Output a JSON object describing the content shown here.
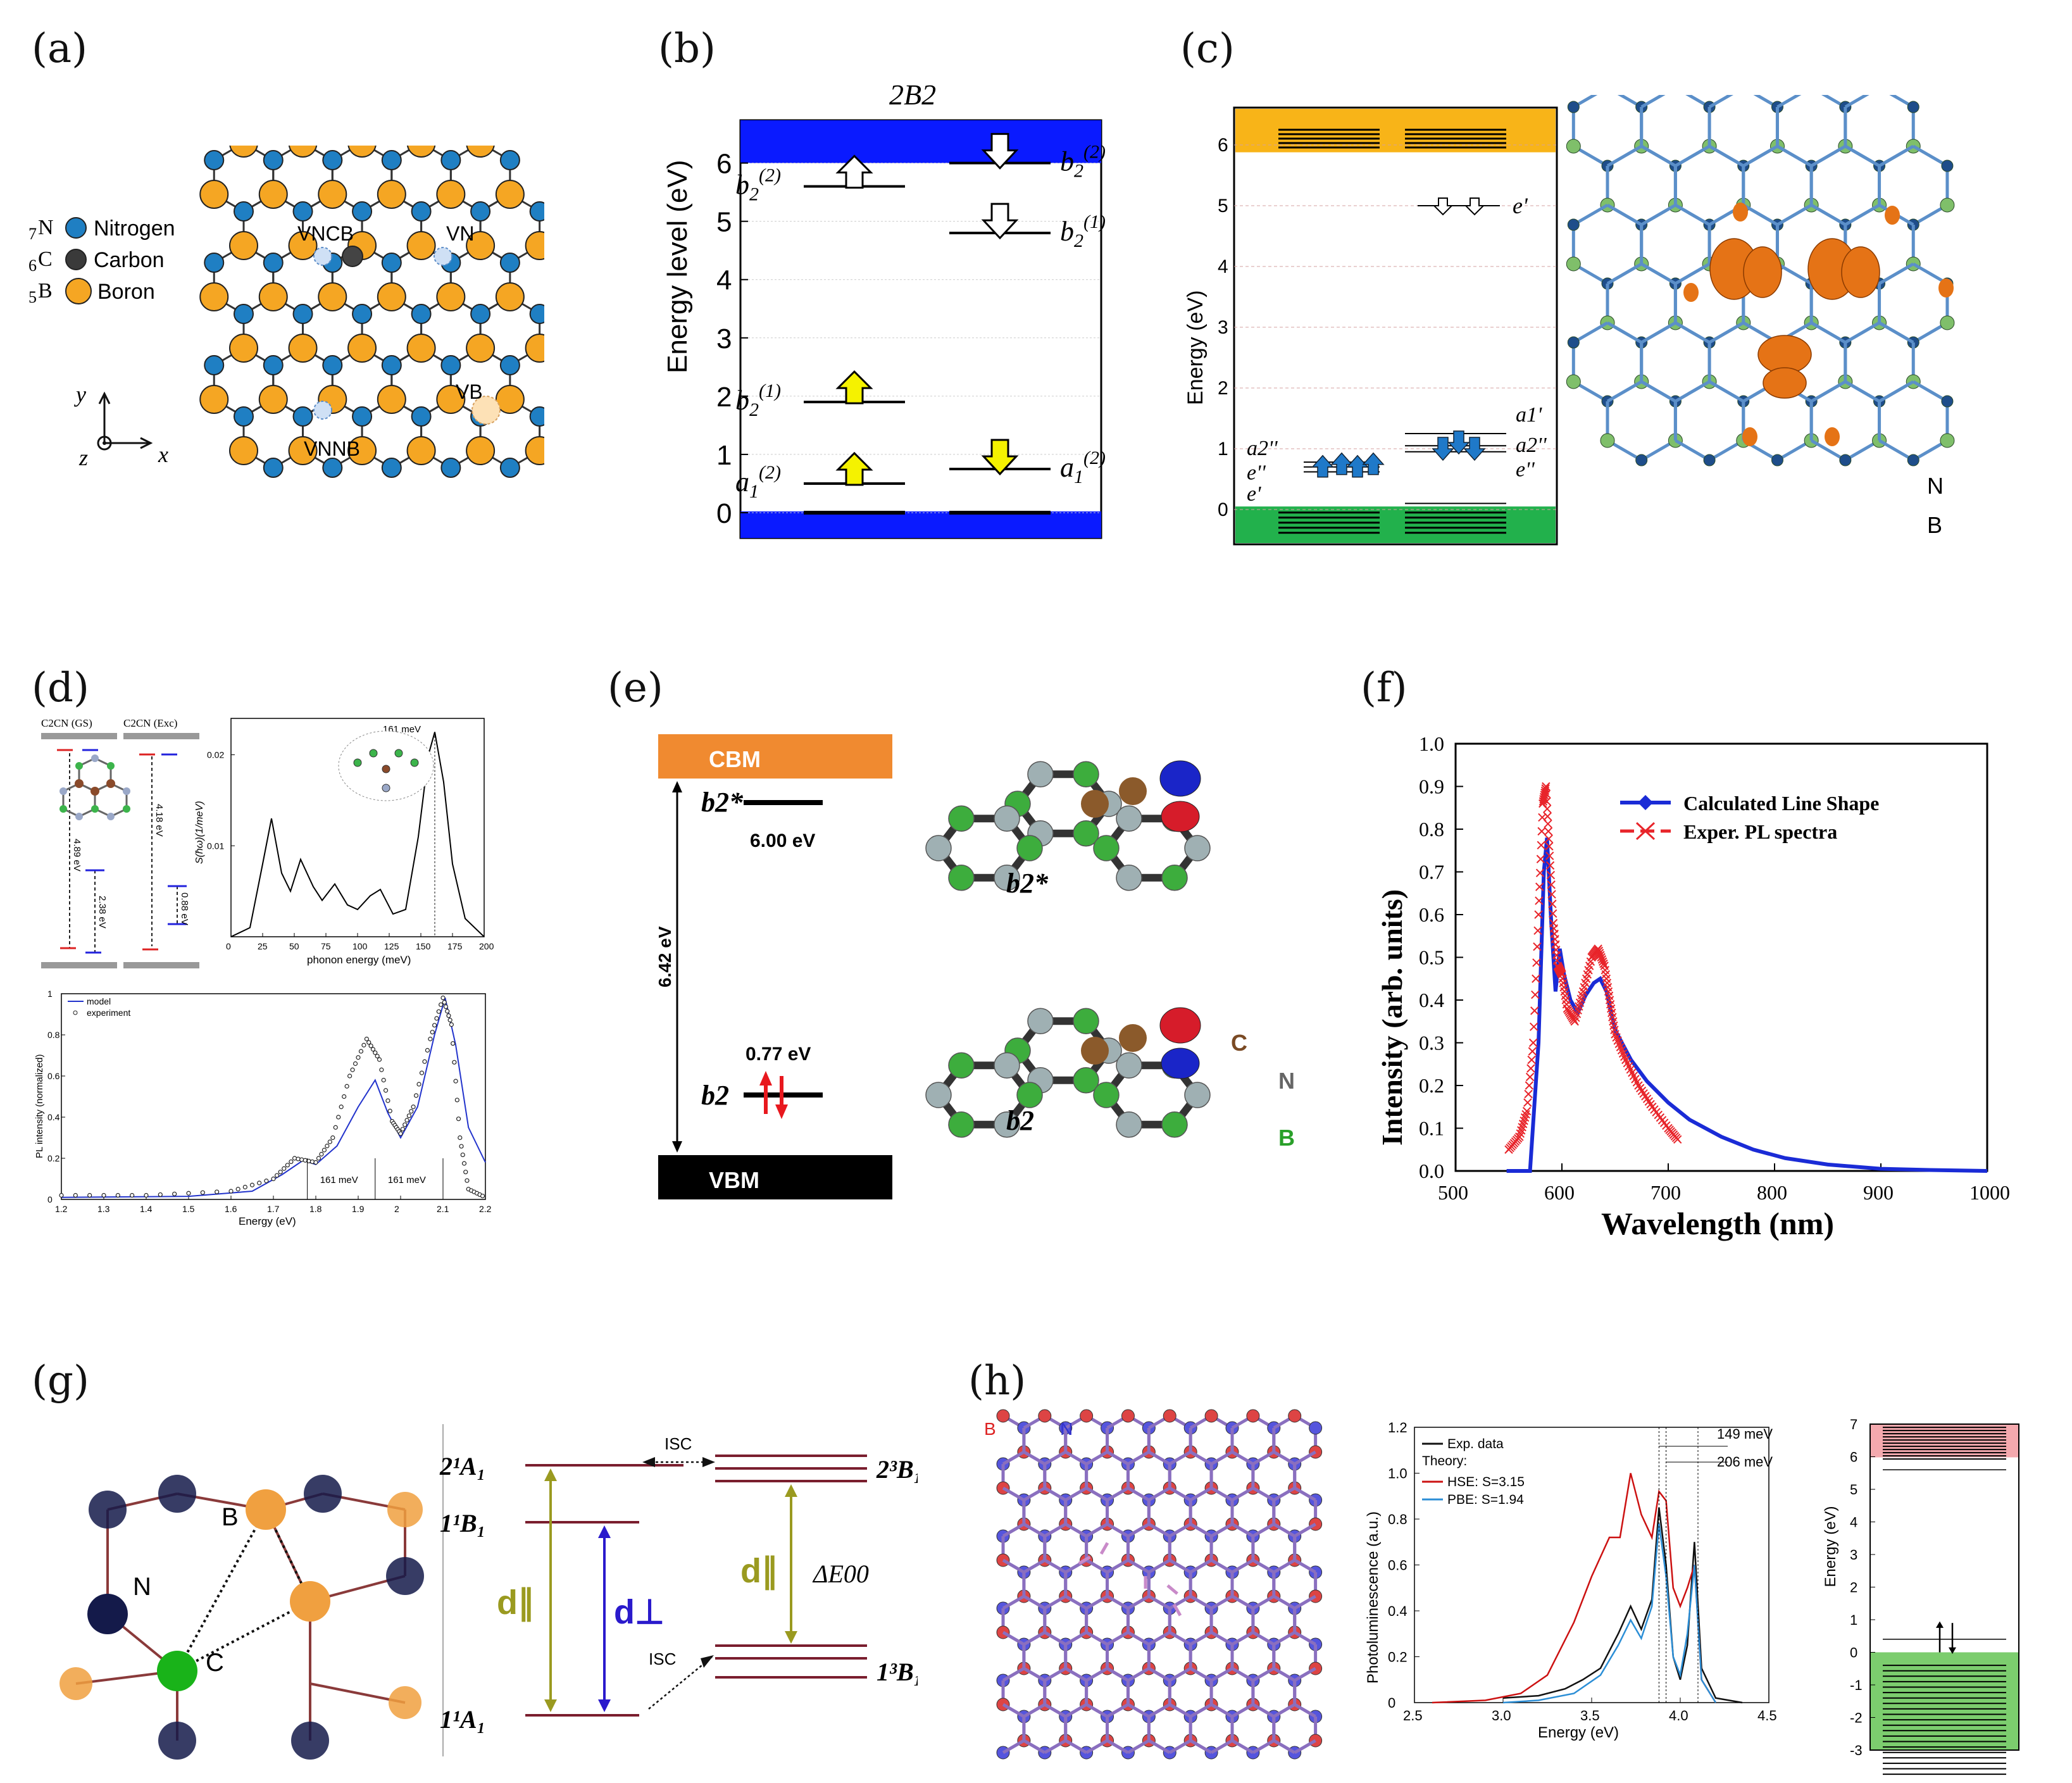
{
  "panel_labels": [
    "(a)",
    "(b)",
    "(c)",
    "(d)",
    "(e)",
    "(f)",
    "(g)",
    "(h)"
  ],
  "a": {
    "legend": [
      {
        "pre": "7",
        "el": "N",
        "name": "Nitrogen",
        "color": "#1f7fc3"
      },
      {
        "pre": "6",
        "el": "C",
        "name": "Carbon",
        "color": "#3a3a3a"
      },
      {
        "pre": "5",
        "el": "B",
        "name": "Boron",
        "color": "#f5a623"
      }
    ],
    "defects": [
      "VNCB",
      "VN",
      "VNNB",
      "VB"
    ],
    "axes": {
      "y": "y",
      "x": "x",
      "z": "z"
    }
  },
  "b": {
    "title": "2B2",
    "ylabel": "Energy level (eV)",
    "yticks": [
      "0",
      "1",
      "2",
      "3",
      "4",
      "5",
      "6"
    ],
    "levels": [
      {
        "label": "b2(2)",
        "side": "left",
        "e": 5.6,
        "spin": "up",
        "fill": "#ffffff"
      },
      {
        "label": "b2(2)",
        "side": "right",
        "e": 6.0,
        "spin": "down",
        "fill": "#ffffff"
      },
      {
        "label": "b2(1)",
        "side": "right",
        "e": 4.8,
        "spin": "down",
        "fill": "#ffffff"
      },
      {
        "label": "b2(1)",
        "side": "left",
        "e": 1.9,
        "spin": "up",
        "fill": "#f5f200"
      },
      {
        "label": "a1(2)",
        "side": "left",
        "e": 0.5,
        "spin": "up",
        "fill": "#f5f200"
      },
      {
        "label": "a1(2)",
        "side": "right",
        "e": 0.75,
        "spin": "down",
        "fill": "#f5f200"
      }
    ],
    "colors": {
      "band": "#0a1aff"
    }
  },
  "c": {
    "ylabel": "Energy (eV)",
    "yticks": [
      "0",
      "1",
      "2",
      "3",
      "4",
      "5",
      "6"
    ],
    "left_labels": [
      "a2''",
      "e''",
      "e'"
    ],
    "right_labels": [
      "a1'",
      "a2''",
      "e''"
    ],
    "top_right_label": "e'",
    "atom_labels": [
      "N",
      "B"
    ],
    "colors": {
      "cb": "#f8b418",
      "vb": "#22b14c",
      "arrow": "#1f79c9",
      "orbital": "#e57316"
    }
  },
  "d": {
    "top_left_headers": [
      "C2CN (GS)",
      "C2CN (Exc)"
    ],
    "gaps": [
      "4.89 eV",
      "2.38 eV",
      "4.18 eV",
      "0.88 eV"
    ],
    "phonon_plot": {
      "ylabel": "S(ħω)(1/meV)",
      "xlabel": "phonon energy (meV)",
      "annotation": "161 meV",
      "xticks": [
        "0",
        "25",
        "50",
        "75",
        "100",
        "125",
        "150",
        "175",
        "200"
      ],
      "yticks": [
        "0.01",
        "0.02"
      ]
    },
    "pl_plot": {
      "ylabel": "PL intensity (normalized)",
      "xlabel": "Energy (eV)",
      "legend": [
        "model",
        "experiment"
      ],
      "xticks": [
        "1.2",
        "1.3",
        "1.4",
        "1.5",
        "1.6",
        "1.7",
        "1.8",
        "1.9",
        "2",
        "2.1",
        "2.2"
      ],
      "yticks": [
        "0",
        "0.2",
        "0.4",
        "0.6",
        "0.8",
        "1"
      ],
      "spacings": [
        "161 meV",
        "161 meV"
      ]
    }
  },
  "e": {
    "cbm": "CBM",
    "vbm": "VBM",
    "gap": "6.42 eV",
    "b2star_energy": "6.00 eV",
    "b2_energy": "0.77 eV",
    "b2star_label": "b2*",
    "b2_label": "b2",
    "atom_labels": [
      "C",
      "N",
      "B"
    ],
    "colors": {
      "cbm": "#f08a30",
      "vbm": "#000000"
    }
  },
  "f": {
    "chart_data": {
      "type": "line",
      "xlabel": "Wavelength (nm)",
      "ylabel": "Intensity (arb. units)",
      "xlim": [
        500,
        1000
      ],
      "ylim": [
        0.0,
        1.0
      ],
      "xticks": [
        "500",
        "600",
        "700",
        "800",
        "900",
        "1000"
      ],
      "yticks": [
        "0.0",
        "0.1",
        "0.2",
        "0.3",
        "0.4",
        "0.5",
        "0.6",
        "0.7",
        "0.8",
        "0.9",
        "1.0"
      ],
      "series": [
        {
          "name": "Calculated Line Shape",
          "color": "#1a2bd6",
          "x": [
            548,
            560,
            570,
            578,
            583,
            586,
            590,
            594,
            598,
            602,
            608,
            615,
            622,
            630,
            636,
            642,
            650,
            665,
            680,
            700,
            720,
            750,
            780,
            810,
            850,
            900,
            950,
            1000
          ],
          "y": [
            0.0,
            0.0,
            0.0,
            0.3,
            0.7,
            0.78,
            0.58,
            0.42,
            0.52,
            0.46,
            0.4,
            0.37,
            0.41,
            0.44,
            0.45,
            0.42,
            0.33,
            0.26,
            0.21,
            0.16,
            0.12,
            0.08,
            0.05,
            0.03,
            0.015,
            0.005,
            0.002,
            0.0
          ]
        },
        {
          "name": "Exper. PL spectra",
          "color": "#e8242a",
          "x": [
            550,
            560,
            567,
            573,
            578,
            582,
            585,
            588,
            592,
            596,
            600,
            605,
            612,
            620,
            628,
            634,
            640,
            645,
            650,
            660,
            672,
            685,
            700,
            710
          ],
          "y": [
            0.05,
            0.08,
            0.14,
            0.3,
            0.6,
            0.86,
            0.9,
            0.76,
            0.58,
            0.48,
            0.46,
            0.38,
            0.35,
            0.42,
            0.5,
            0.52,
            0.48,
            0.4,
            0.32,
            0.26,
            0.2,
            0.15,
            0.1,
            0.07
          ]
        }
      ]
    }
  },
  "g": {
    "atom_labels": [
      "B",
      "N",
      "C"
    ],
    "left_levels": [
      "2¹A₁",
      "1¹B₁",
      "1¹A₁"
    ],
    "right_levels": [
      "2³B₁",
      "1³B₁"
    ],
    "transitions": [
      "d∥",
      "d⊥",
      "d∥"
    ],
    "isc": [
      "ISC",
      "ISC"
    ],
    "delta": "ΔE00"
  },
  "h": {
    "atom_labels": [
      "B",
      "N"
    ],
    "chart_data": {
      "type": "line",
      "xlabel": "Energy (eV)",
      "ylabel": "Photoluminescence (a.u.)",
      "xlim": [
        2.5,
        4.5
      ],
      "ylim": [
        0,
        1.2
      ],
      "xticks": [
        "2.5",
        "3.0",
        "3.5",
        "4.0",
        "4.5"
      ],
      "yticks": [
        "0",
        "0.2",
        "0.4",
        "0.6",
        "0.8",
        "1.0",
        "1.2"
      ],
      "legend_title": "Theory:",
      "annotations": [
        "149 meV",
        "206 meV"
      ],
      "series": [
        {
          "name": "Exp. data",
          "color": "#111111",
          "x": [
            3.0,
            3.2,
            3.35,
            3.45,
            3.55,
            3.65,
            3.72,
            3.78,
            3.84,
            3.88,
            3.92,
            3.96,
            4.0,
            4.04,
            4.08,
            4.12,
            4.2,
            4.35
          ],
          "y": [
            0.02,
            0.03,
            0.06,
            0.1,
            0.15,
            0.3,
            0.42,
            0.32,
            0.45,
            0.85,
            0.6,
            0.2,
            0.1,
            0.25,
            0.7,
            0.15,
            0.02,
            0.0
          ]
        },
        {
          "name": "HSE: S=3.15",
          "color": "#cc1111",
          "x": [
            2.6,
            2.9,
            3.1,
            3.25,
            3.4,
            3.5,
            3.6,
            3.66,
            3.72,
            3.78,
            3.84,
            3.88,
            3.92,
            3.96,
            4.0,
            4.04,
            4.08,
            4.12,
            4.2
          ],
          "y": [
            0.0,
            0.01,
            0.04,
            0.12,
            0.35,
            0.55,
            0.72,
            0.72,
            1.0,
            0.82,
            0.72,
            0.92,
            0.88,
            0.5,
            0.42,
            0.5,
            0.6,
            0.1,
            0.0
          ]
        },
        {
          "name": "PBE: S=1.94",
          "color": "#2b8ed6",
          "x": [
            3.0,
            3.2,
            3.4,
            3.55,
            3.65,
            3.72,
            3.78,
            3.84,
            3.88,
            3.92,
            3.96,
            4.0,
            4.04,
            4.08,
            4.12,
            4.2
          ],
          "y": [
            0.0,
            0.01,
            0.04,
            0.12,
            0.25,
            0.36,
            0.28,
            0.42,
            0.78,
            0.55,
            0.2,
            0.12,
            0.3,
            0.6,
            0.1,
            0.0
          ]
        }
      ]
    },
    "energy_panel": {
      "ylabel": "Energy (eV)",
      "yticks": [
        "-3",
        "-2",
        "-1",
        "0",
        "1",
        "2",
        "3",
        "4",
        "5",
        "6",
        "7"
      ],
      "colors": {
        "cb": "#f4a9ae",
        "vb": "#7ccd6e"
      }
    }
  }
}
